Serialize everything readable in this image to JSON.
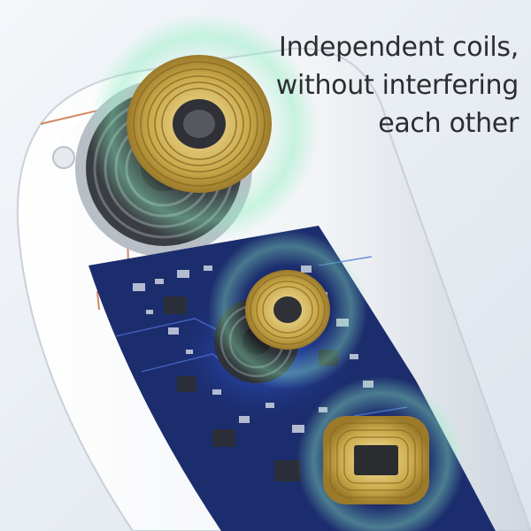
{
  "headline": {
    "line1": "Independent coils,",
    "line2": "without interfering",
    "line3": "each other"
  },
  "colors": {
    "background": "#e9eef3",
    "board": "#1c2d6e",
    "copper_coil": "#c9a94a",
    "field_glow": "#8ff0c2",
    "text": "#2b2d31"
  }
}
